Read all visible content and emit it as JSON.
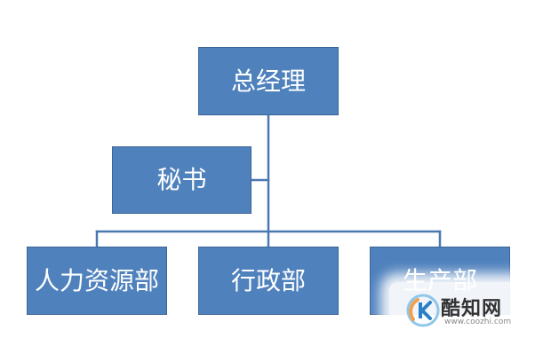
{
  "diagram": {
    "nodes": {
      "ceo": "总经理",
      "secretary": "秘书",
      "hr": "人力资源部",
      "admin": "行政部",
      "production": "生产部"
    },
    "edges": [
      [
        "ceo",
        "secretary"
      ],
      [
        "ceo",
        "hr"
      ],
      [
        "ceo",
        "admin"
      ],
      [
        "ceo",
        "production"
      ]
    ]
  },
  "watermark": {
    "name": "酷知网",
    "url": "www.coozhi.com"
  },
  "colors": {
    "box_fill": "#4f81bd",
    "box_border": "#3c6597",
    "connector": "#4a78b0"
  }
}
